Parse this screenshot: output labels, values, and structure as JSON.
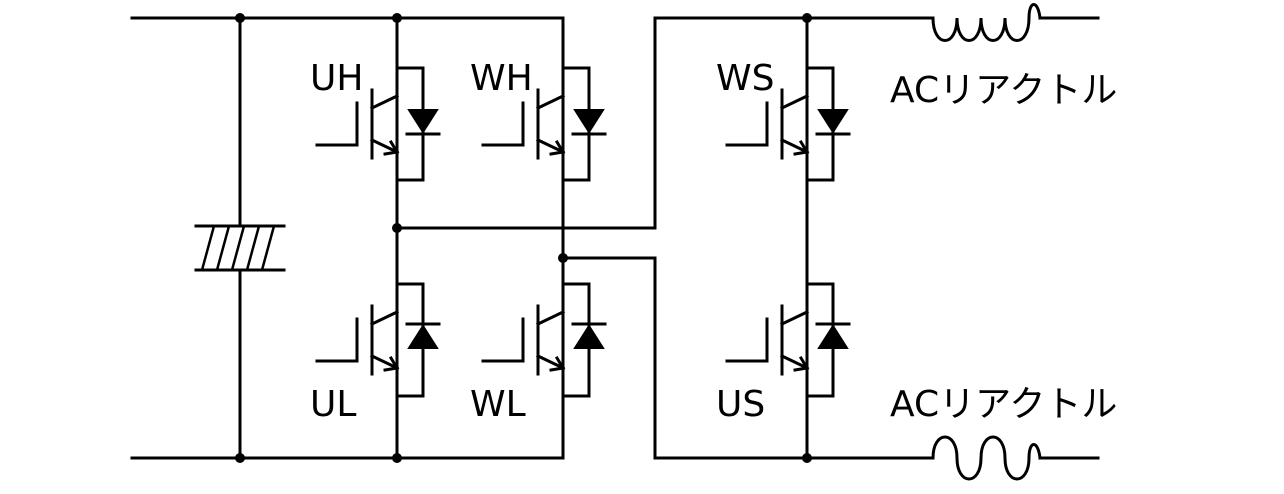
{
  "labels": {
    "uh": "UH",
    "wh": "WH",
    "ul": "UL",
    "wl": "WL",
    "ws": "WS",
    "us": "US",
    "reactor_top": "ACリアクトル",
    "reactor_bottom": "ACリアクトル"
  },
  "colors": {
    "line": "#000000",
    "background": "#ffffff"
  }
}
